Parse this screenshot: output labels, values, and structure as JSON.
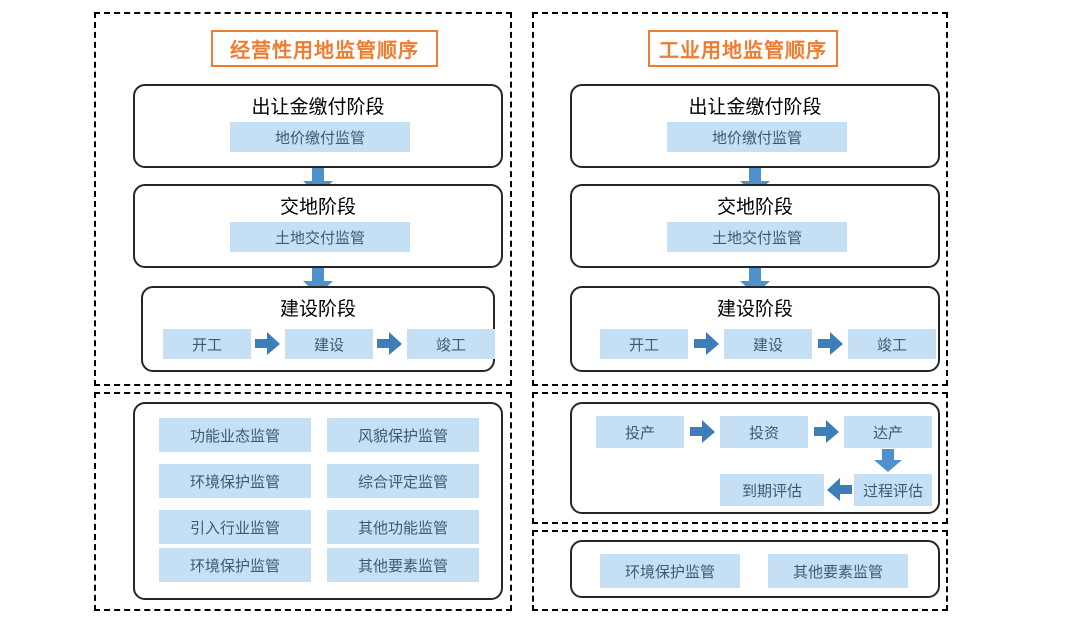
{
  "figure": {
    "accent_orange": "#ED7D31",
    "chip_fill": "#c5e0f5",
    "chip_text": "#3d5a72",
    "arrow_color": "#4f91cd",
    "border_color": "#262626"
  },
  "panels": {
    "left": {
      "title": "经营性用地监管顺序",
      "stages": [
        {
          "name": "出让金缴付阶段",
          "chips": [
            "地价缴付监管"
          ]
        },
        {
          "name": "交地阶段",
          "chips": [
            "土地交付监管"
          ]
        },
        {
          "name": "建设阶段",
          "chips": [
            "开工",
            "建设",
            "竣工"
          ]
        }
      ],
      "supervision_grid": [
        [
          "功能业态监管",
          "风貌保护监管"
        ],
        [
          "环境保护监管",
          "综合评定监管"
        ],
        [
          "引入行业监管",
          "其他功能监管"
        ],
        [
          "环境保护监管",
          "其他要素监管"
        ]
      ]
    },
    "right": {
      "title": "工业用地监管顺序",
      "stages": [
        {
          "name": "出让金缴付阶段",
          "chips": [
            "地价缴付监管"
          ]
        },
        {
          "name": "交地阶段",
          "chips": [
            "土地交付监管"
          ]
        },
        {
          "name": "建设阶段",
          "chips": [
            "开工",
            "建设",
            "竣工"
          ]
        }
      ],
      "production_flow": {
        "row_top": [
          "投产",
          "投资",
          "达产"
        ],
        "row_bottom": [
          "到期评估",
          "过程评估"
        ]
      },
      "supervision_row": [
        "环境保护监管",
        "其他要素监管"
      ]
    }
  }
}
